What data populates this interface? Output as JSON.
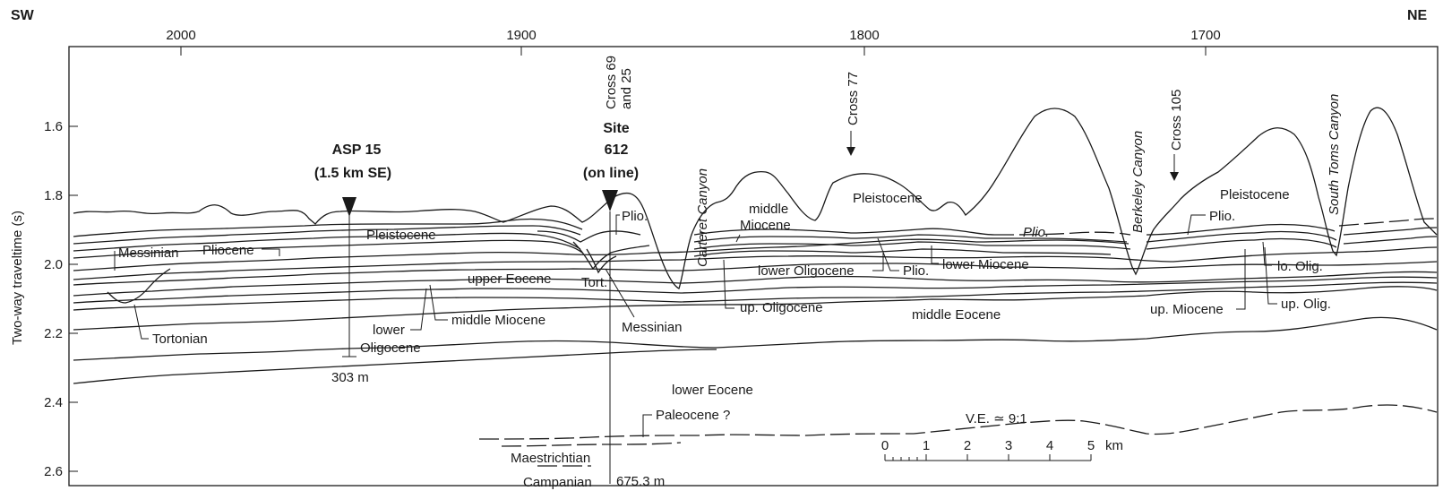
{
  "header": {
    "left_direction": "SW",
    "right_direction": "NE"
  },
  "x_axis": {
    "ticks": [
      "2000",
      "1900",
      "1800",
      "1700"
    ]
  },
  "y_axis": {
    "label": "Two-way traveltime (s)",
    "ticks": [
      "1.6",
      "1.8",
      "2.0",
      "2.2",
      "2.4",
      "2.6"
    ]
  },
  "sites": {
    "asp15_name": "ASP 15",
    "asp15_note": "(1.5 km SE)",
    "asp15_depth": "303 m",
    "site612_name1": "Site",
    "site612_name2": "612",
    "site612_note": "(on line)",
    "site612_depth": "675.3 m"
  },
  "crosses": {
    "cross69_1": "Cross 69",
    "cross69_2": "and 25",
    "cross77": "Cross 77",
    "cross105": "Cross 105"
  },
  "canyons": {
    "carteret": "Carteret Canyon",
    "berkeley": "Berkeley Canyon",
    "south_toms": "South Toms Canyon"
  },
  "units": {
    "messinian_left": "Messinian",
    "pliocene": "Pliocene",
    "pleistocene_left": "Pleistocene",
    "upper_eocene": "upper Eocene",
    "lower_oligocene_1": "lower",
    "lower_oligocene_2": "Oligocene",
    "middle_miocene_left": "middle Miocene",
    "tortonian": "Tortonian",
    "plio_site": "Plio.",
    "tort": "Tort.",
    "messinian_site": "Messinian",
    "middle_miocene_mid_1": "middle",
    "middle_miocene_mid_2": "Miocene",
    "pleistocene_mid": "Pleistocene",
    "plio_mid": "Plio.",
    "lower_oligocene_mid": "lower Oligocene",
    "plio_mid2": "Plio.",
    "lower_miocene": "lower Miocene",
    "up_oligocene": "up. Oligocene",
    "middle_eocene": "middle Eocene",
    "lower_eocene": "lower Eocene",
    "paleocene": "Paleocene ?",
    "maestrichtian": "Maestrichtian",
    "campanian": "Campanian",
    "pleistocene_right": "Pleistocene",
    "plio_right": "Plio.",
    "lo_olig": "lo. Olig.",
    "up_miocene": "up. Miocene",
    "up_olig": "up. Olig."
  },
  "scale": {
    "ve": "V.E. ≃ 9:1",
    "ticks": [
      "0",
      "1",
      "2",
      "3",
      "4",
      "5"
    ],
    "unit": "km"
  }
}
